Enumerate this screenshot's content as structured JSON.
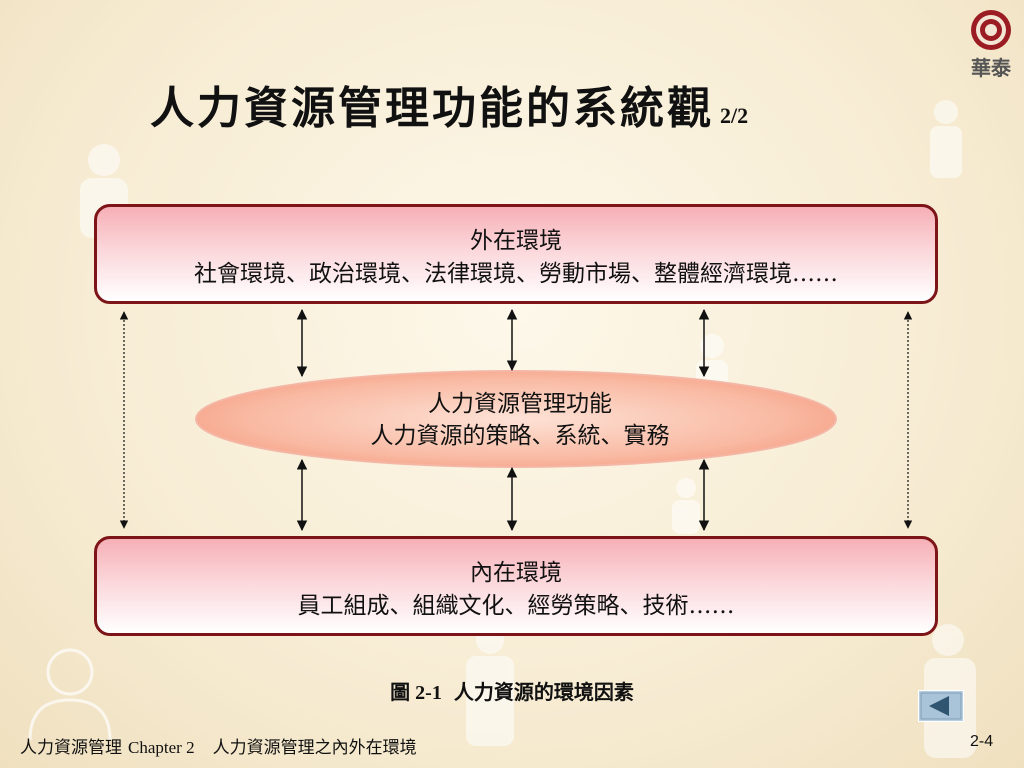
{
  "slide": {
    "title": "人力資源管理功能的系統觀",
    "title_suffix": "2/2",
    "logo": {
      "text": "華泰",
      "icon": "circle-logo-icon",
      "ring_color": "#9b1c22"
    },
    "external": {
      "heading": "外在環境",
      "items": "社會環境、政治環境、法律環境、勞動市場、整體經濟環境……"
    },
    "hrm": {
      "heading": "人力資源管理功能",
      "items": "人力資源的策略、系統、實務"
    },
    "internal": {
      "heading": "內在環境",
      "items": "員工組成、組織文化、經勞策略、技術……"
    },
    "caption": {
      "label": "圖 2-1",
      "text": "人力資源的環境因素"
    },
    "footer": {
      "course": "人力資源管理",
      "chapter": "Chapter 2",
      "chapter_title": "人力資源管理之內外在環境",
      "page": "2-4"
    },
    "nav": {
      "back_icon": "back-arrow-icon"
    },
    "colors": {
      "box_border": "#7d1418",
      "box_fill_top": "#f6b0b6",
      "ellipse_fill": "#f7a890",
      "arrow": "#111111"
    }
  }
}
